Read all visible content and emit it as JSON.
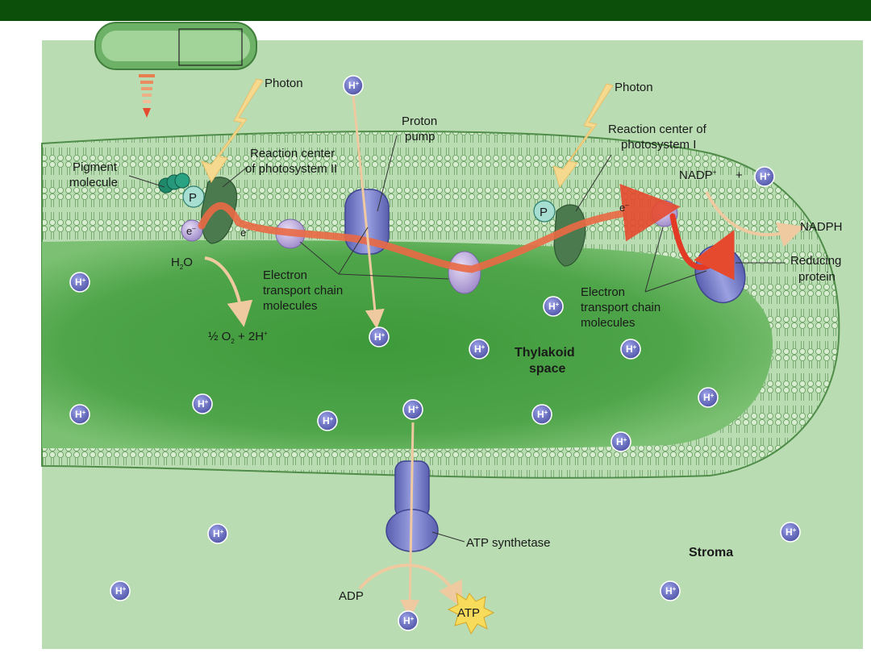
{
  "colors": {
    "header_bar": "#0b4f0b",
    "stroma": "#b9dcb3",
    "thylakoid_space": "#4aa046",
    "membrane": "#e8f2e0",
    "pigment": "#1f8a6a",
    "photosystem": "#4a7a4e",
    "transport_molecule": "#b9a7d9",
    "pump_protein": "#7b7fc4",
    "ion": "#6b70c0",
    "electron_path": "#e8603c",
    "photon": "#f5d98f"
  },
  "ion": {
    "base": "H",
    "sup": "+"
  },
  "labels": {
    "photon_left": "Photon",
    "photon_right": "Photon",
    "proton_pump_l1": "Proton",
    "proton_pump_l2": "pump",
    "rc_ps2_l1": "Reaction center",
    "rc_ps2_l2": "of photosystem II",
    "pigment_l1": "Pigment",
    "pigment_l2": "molecule",
    "rc_ps1_l1": "Reaction center of",
    "rc_ps1_l2": "photosystem I",
    "nadp": "NADP",
    "nadp_sup": "+",
    "plus": "+",
    "nadph": "NADPH",
    "reducing_l1": "Reducing",
    "reducing_l2": "protein",
    "h2o_base": "H",
    "h2o_sub": "2",
    "h2o_tail": "O",
    "etc_left_l1": "Electron",
    "etc_left_l2": "transport chain",
    "etc_left_l3": "molecules",
    "etc_right_l1": "Electron",
    "etc_right_l2": "transport chain",
    "etc_right_l3": "molecules",
    "oxygen_frac": "½",
    "oxygen_o": " O",
    "oxygen_sub": "2",
    "oxygen_tail": " + 2H",
    "oxygen_sup": "+",
    "thylakoid_l1": "Thylakoid",
    "thylakoid_l2": "space",
    "atp_synthetase": "ATP synthetase",
    "stroma": "Stroma",
    "adp": "ADP",
    "atp": "ATP",
    "electron": "e",
    "electron_sup": "–",
    "phosphate": "P"
  }
}
